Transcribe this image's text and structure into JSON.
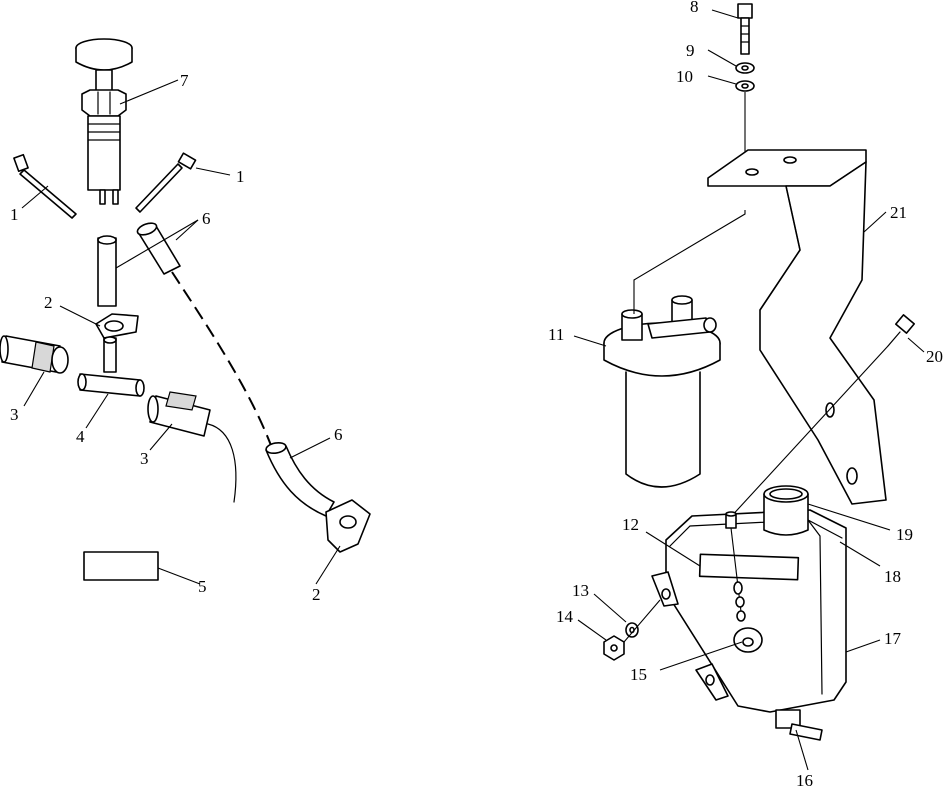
{
  "callouts": {
    "c1": "1",
    "c2": "2",
    "c3": "3",
    "c4": "4",
    "c5": "5",
    "c6": "6",
    "c7": "7",
    "c8": "8",
    "c9": "9",
    "c10": "10",
    "c11": "11",
    "c12": "12",
    "c13": "13",
    "c14": "14",
    "c15": "15",
    "c16": "16",
    "c17": "17",
    "c18": "18",
    "c19": "19",
    "c20": "20",
    "c21": "21"
  },
  "colors": {
    "line": "#000000",
    "background": "#ffffff",
    "shade": "#d8d8d8"
  }
}
